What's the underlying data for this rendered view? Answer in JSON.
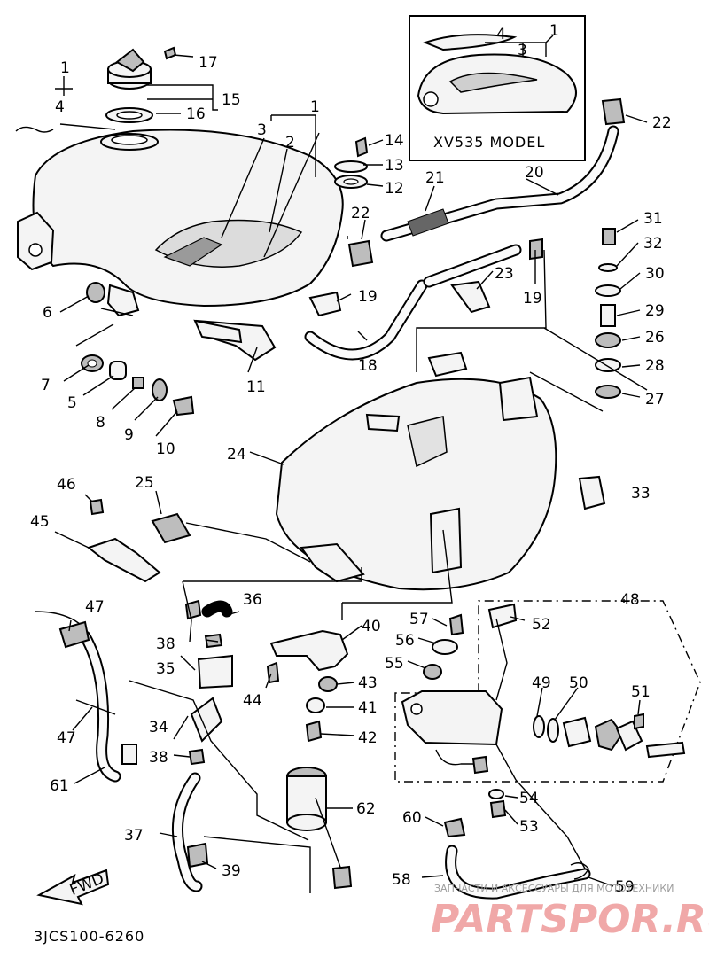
{
  "diagram": {
    "inset_title": "XV535 MODEL",
    "drawing_code": "3JCS100-6260",
    "fwd_label": "FWD",
    "watermark_line1": "ЗАПЧАСТИ И АКСЕССУАРЫ ДЛЯ МОТОТЕХНИКИ",
    "watermark_line2": "PARTSPOR.RU",
    "part_numbers": [
      "1",
      "2",
      "3",
      "4",
      "5",
      "6",
      "7",
      "8",
      "9",
      "10",
      "11",
      "12",
      "13",
      "14",
      "15",
      "16",
      "17",
      "18",
      "19",
      "20",
      "21",
      "22",
      "23",
      "24",
      "25",
      "26",
      "27",
      "28",
      "29",
      "30",
      "31",
      "32",
      "33",
      "34",
      "35",
      "36",
      "37",
      "38",
      "39",
      "40",
      "41",
      "42",
      "43",
      "44",
      "45",
      "46",
      "47",
      "48",
      "49",
      "50",
      "51",
      "52",
      "53",
      "54",
      "55",
      "56",
      "57",
      "58",
      "59",
      "60",
      "61",
      "62"
    ],
    "inset_numbers": [
      "1",
      "3",
      "4"
    ],
    "repeated_numbers": [
      "1",
      "4",
      "22",
      "19",
      "38",
      "47"
    ]
  }
}
